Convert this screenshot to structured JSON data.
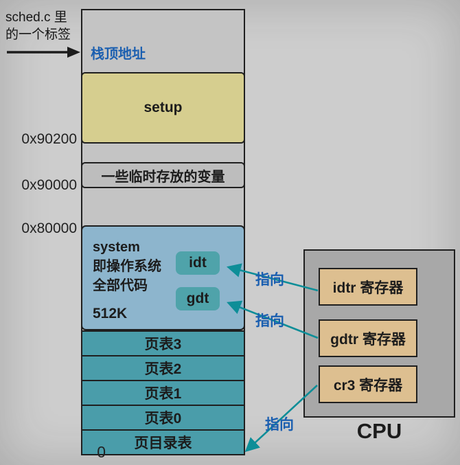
{
  "annotation": {
    "line1": "sched.c 里",
    "line2": "的一个标签"
  },
  "memory_column": {
    "stack_top_label": "栈顶地址",
    "setup_label": "setup",
    "temp_vars_label": "一些临时存放的变量",
    "system": {
      "line1": "system",
      "line2": "即操作系统",
      "line3": "全部代码",
      "size": "512K"
    },
    "idt_label": "idt",
    "gdt_label": "gdt",
    "page_tables": [
      "页表3",
      "页表2",
      "页表1",
      "页表0",
      "页目录表"
    ],
    "addresses": {
      "a90200": "0x90200",
      "a90000": "0x90000",
      "a80000": "0x80000",
      "zero": "0"
    }
  },
  "cpu": {
    "title": "CPU",
    "registers": [
      "idtr 寄存器",
      "gdtr 寄存器",
      "cr3 寄存器"
    ]
  },
  "arrows": {
    "points_to": "指向"
  },
  "colors": {
    "bg": "#cdcdcd",
    "column-fill": "#c4c4c4",
    "line-dark": "#1f1f1f",
    "setup-fill": "#d6ce8f",
    "temp-fill": "#bdbdbd",
    "system-fill": "#8db5cd",
    "teal-box": "#4fa3aa",
    "teal-row": "#4a9daa",
    "cpu-fill": "#a8a8a8",
    "register-fill": "#ddbf90",
    "blue-text": "#1b5fb0",
    "arrow-teal": "#0d8e98",
    "text-dark": "#1c1c1c"
  }
}
